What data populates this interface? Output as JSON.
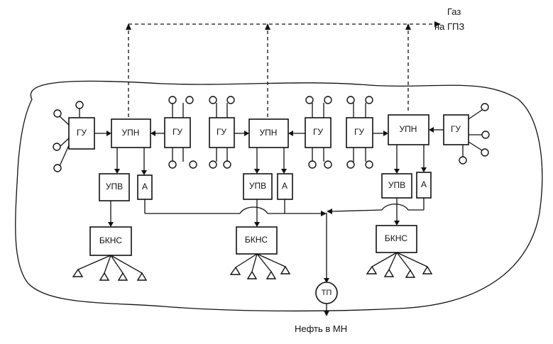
{
  "labels": {
    "gu": "ГУ",
    "upn": "УПН",
    "upv": "УПВ",
    "a": "А",
    "bkns": "БКНС",
    "tp": "ТП"
  },
  "gas": {
    "line1": "Газ",
    "line2": "на ГПЗ"
  },
  "oil_output": "Нефть в МН"
}
